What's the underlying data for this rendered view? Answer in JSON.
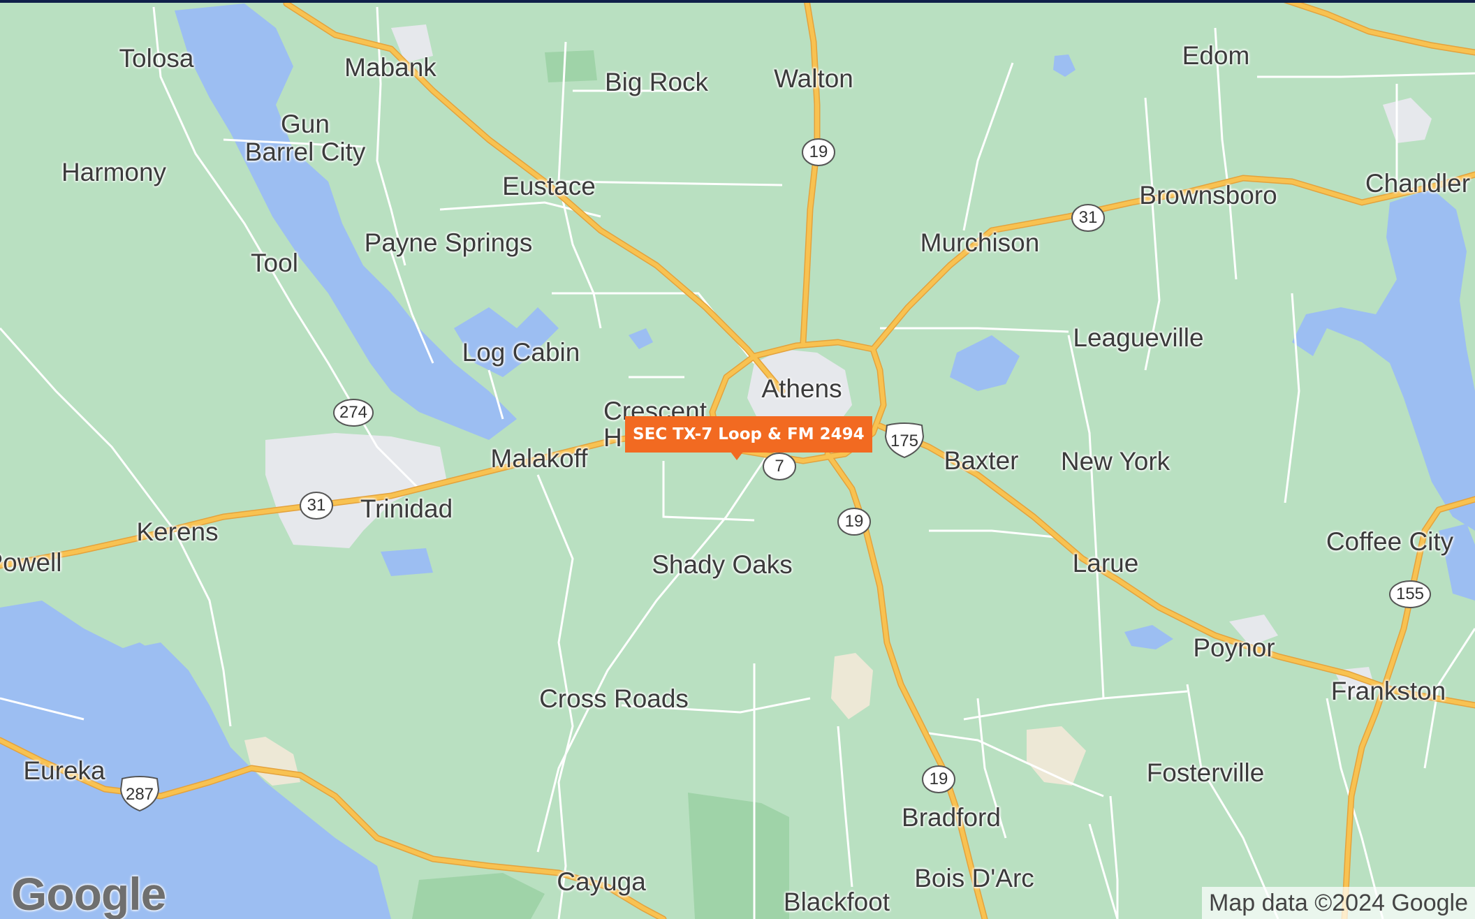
{
  "colors": {
    "land": "#b9e0c1",
    "water": "#9cbef2",
    "urban": "#e6e8ec",
    "park": "#9fd3a8",
    "highway": "#f8c251",
    "road": "#ffffff",
    "marker": "#f26a21"
  },
  "marker": {
    "label": "SEC TX-7 Loop & FM 2494"
  },
  "places": {
    "tolosa": "Tolosa",
    "mabank": "Mabank",
    "big_rock": "Big Rock",
    "walton": "Walton",
    "edom": "Edom",
    "gun": "Gun",
    "barrel_city": "Barrel City",
    "harmony": "Harmony",
    "eustace": "Eustace",
    "chandler": "Chandler",
    "brownsboro": "Brownsboro",
    "murchison": "Murchison",
    "payne_springs": "Payne Springs",
    "tool": "Tool",
    "leagueville": "Leagueville",
    "log_cabin": "Log Cabin",
    "athens": "Athens",
    "crescent_heights": "Crescent\nH",
    "baxter": "Baxter",
    "new_york": "New York",
    "malakoff": "Malakoff",
    "trinidad": "Trinidad",
    "kerens": "Kerens",
    "powell": "Powell",
    "shady_oaks": "Shady Oaks",
    "larue": "Larue",
    "coffee_city": "Coffee City",
    "poynor": "Poynor",
    "cross_roads": "Cross Roads",
    "frankston": "Frankston",
    "eureka": "Eureka",
    "fosterville": "Fosterville",
    "bradford": "Bradford",
    "cayuga": "Cayuga",
    "bois_darc": "Bois D'Arc",
    "blackfoot": "Blackfoot"
  },
  "shields": {
    "r19_north": "19",
    "r31_east": "31",
    "r274": "274",
    "r31_west": "31",
    "r7": "7",
    "r175": "175",
    "r19_mid": "19",
    "r155": "155",
    "r287": "287",
    "r19_south": "19"
  },
  "logo": "Google",
  "attribution": "Map data ©2024 Google"
}
